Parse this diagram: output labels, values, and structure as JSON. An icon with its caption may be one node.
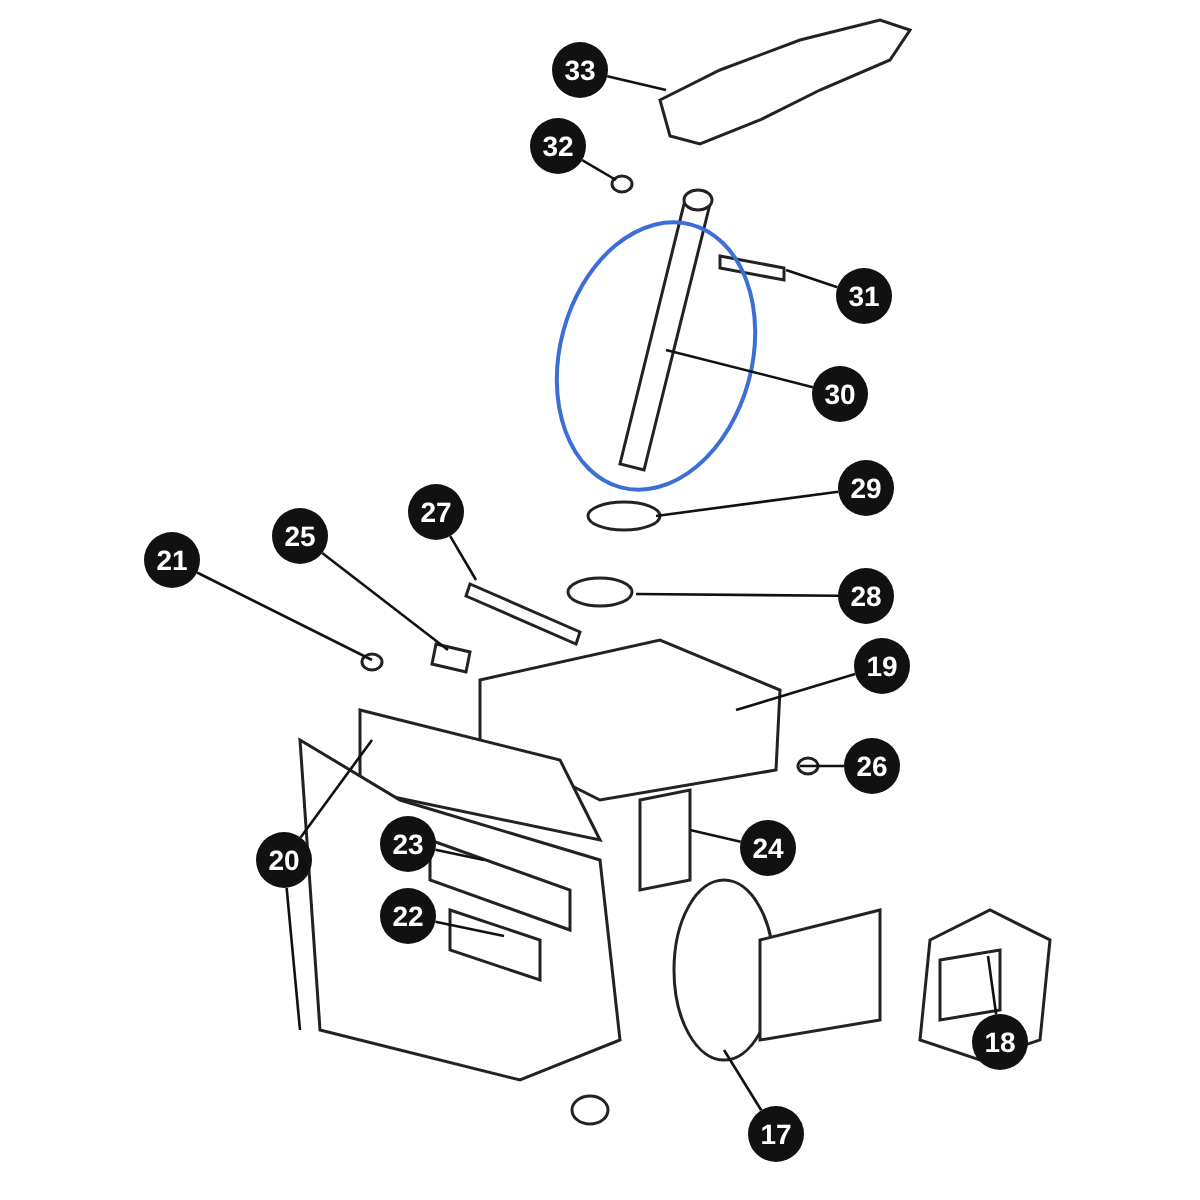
{
  "diagram": {
    "nodes": [
      {
        "text": [
          "33"
        ]
      },
      {
        "text": [
          "32"
        ]
      },
      {
        "text": [
          "31"
        ]
      },
      {
        "text": [
          "30"
        ]
      },
      {
        "text": [
          "29"
        ]
      },
      {
        "text": [
          "28"
        ]
      },
      {
        "text": [
          "27"
        ]
      },
      {
        "text": [
          "25"
        ]
      },
      {
        "text": [
          "21"
        ]
      },
      {
        "text": [
          "19"
        ]
      },
      {
        "text": [
          "26"
        ]
      },
      {
        "text": [
          "20"
        ]
      },
      {
        "text": [
          "23"
        ]
      },
      {
        "text": [
          "24"
        ]
      },
      {
        "text": [
          "22"
        ]
      },
      {
        "text": [
          "18"
        ]
      },
      {
        "text": [
          "17"
        ]
      }
    ],
    "edges": [
      {
        "from": 0,
        "to": null,
        "arrow": "none"
      },
      {
        "from": 1,
        "to": null,
        "arrow": "none"
      },
      {
        "from": 2,
        "to": null,
        "arrow": "none"
      },
      {
        "from": 3,
        "to": null,
        "arrow": "none"
      },
      {
        "from": 4,
        "to": null,
        "arrow": "none"
      },
      {
        "from": 5,
        "to": null,
        "arrow": "none"
      },
      {
        "from": 6,
        "to": null,
        "arrow": "none"
      },
      {
        "from": 7,
        "to": null,
        "arrow": "none"
      },
      {
        "from": 8,
        "to": null,
        "arrow": "none"
      },
      {
        "from": 9,
        "to": null,
        "arrow": "none"
      },
      {
        "from": 10,
        "to": null,
        "arrow": "none"
      },
      {
        "from": 11,
        "to": null,
        "arrow": "none"
      },
      {
        "from": 11,
        "to": null,
        "arrow": "none"
      },
      {
        "from": 12,
        "to": null,
        "arrow": "none"
      },
      {
        "from": 13,
        "to": null,
        "arrow": "none"
      },
      {
        "from": 14,
        "to": null,
        "arrow": "none"
      },
      {
        "from": 15,
        "to": null,
        "arrow": "none"
      },
      {
        "from": 16,
        "to": null,
        "arrow": "none"
      }
    ]
  }
}
